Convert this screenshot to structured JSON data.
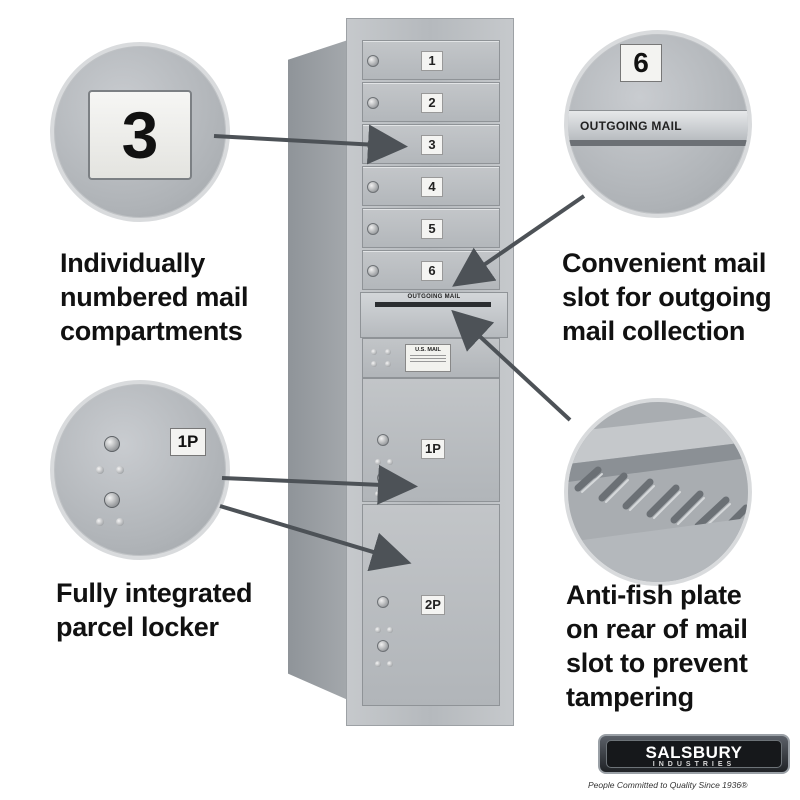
{
  "mailbox": {
    "doors": [
      "1",
      "2",
      "3",
      "4",
      "5",
      "6"
    ],
    "slot_label": "OUTGOING MAIL",
    "usmail_label": "U.S. MAIL",
    "parcel_lockers": [
      "1P",
      "2P"
    ]
  },
  "callouts": {
    "numbered": {
      "zoom_number": "3",
      "caption_lines": [
        "Individually",
        "numbered mail",
        "compartments"
      ]
    },
    "outgoing": {
      "zoom_number": "6",
      "zoom_label": "OUTGOING MAIL",
      "caption_lines": [
        "Convenient mail",
        "slot for outgoing",
        "mail collection"
      ]
    },
    "parcel": {
      "zoom_label": "1P",
      "caption_lines": [
        "Fully integrated",
        "parcel locker"
      ]
    },
    "antifish": {
      "caption_lines": [
        "Anti-fish plate",
        "on rear of mail",
        "slot to prevent",
        "tampering"
      ]
    }
  },
  "brand": {
    "name": "SALSBURY",
    "sub": "INDUSTRIES",
    "tagline": "People Committed to Quality Since 1936®"
  },
  "colors": {
    "aluminum": "#b8bcc0",
    "caption_text": "#111111",
    "arrow": "#4d5257"
  }
}
